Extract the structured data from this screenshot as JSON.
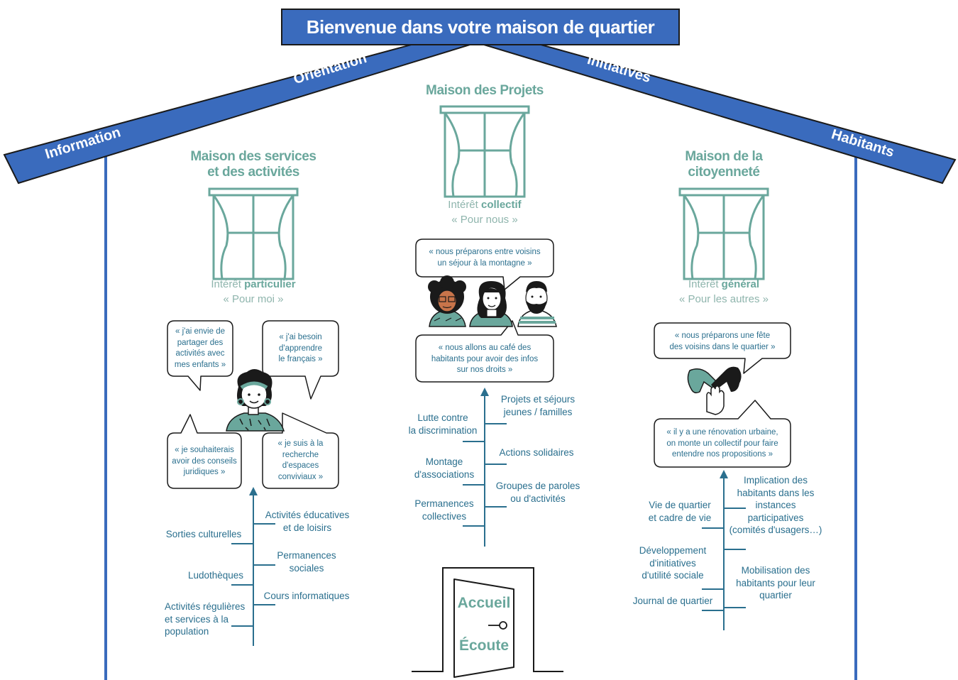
{
  "title": "Bienvenue dans votre maison de quartier",
  "roof_labels": {
    "left_outer": "Information",
    "left_inner": "Orientation",
    "right_inner": "Initiatives",
    "right_outer": "Habitants"
  },
  "colors": {
    "roof": "#3a6bbd",
    "accent_teal": "#6aa79c",
    "text_blue": "#2a6f8e",
    "outline": "#1a1a1a"
  },
  "left": {
    "title_line1": "Maison des services",
    "title_line2": "et des activités",
    "interest_prefix": "Intérêt",
    "interest_word": "particulier",
    "quote": "« Pour moi »",
    "bubbles": {
      "b1": [
        "« j'ai envie de",
        "partager des",
        "activités avec",
        "mes enfants »"
      ],
      "b2": [
        "« j'ai besoin",
        "d'apprendre",
        "le français »"
      ],
      "b3": [
        "« je souhaiterais",
        "avoir des conseils",
        "juridiques »"
      ],
      "b4": [
        "« je suis à la",
        "recherche",
        "d'espaces",
        "conviviaux »"
      ]
    },
    "tree": {
      "l1": "Sorties culturelles",
      "l2": "Ludothèques",
      "l3": [
        "Activités régulières",
        "et services à la",
        "population"
      ],
      "r1": [
        "Activités éducatives",
        "et de loisirs"
      ],
      "r2": [
        "Permanences",
        "sociales"
      ],
      "r3": "Cours informatiques"
    }
  },
  "center": {
    "title": "Maison des Projets",
    "interest_prefix": "Intérêt",
    "interest_word": "collectif",
    "quote": "« Pour nous »",
    "bubbles": {
      "b1": [
        "« nous préparons entre voisins",
        "un séjour à la montagne »"
      ],
      "b2": [
        "« nous allons au café des",
        "habitants pour avoir des infos",
        "sur nos droits »"
      ]
    },
    "tree": {
      "l1": [
        "Lutte contre",
        "la discrimination"
      ],
      "l2": [
        "Montage",
        "d'associations"
      ],
      "l3": [
        "Permanences",
        "collectives"
      ],
      "r1": [
        "Projets et séjours",
        "jeunes / familles"
      ],
      "r2": "Actions solidaires",
      "r3": [
        "Groupes de paroles",
        "ou d'activités"
      ]
    },
    "door": {
      "top": "Accueil",
      "bottom": "Écoute"
    }
  },
  "right": {
    "title_line1": "Maison de la",
    "title_line2": "citoyenneté",
    "interest_prefix": "Intérêt",
    "interest_word": "général",
    "quote": "« Pour les autres »",
    "bubbles": {
      "b1": [
        "« nous préparons une fête",
        "des voisins dans le quartier »"
      ],
      "b2": [
        "« il y a une rénovation urbaine,",
        "on monte un collectif pour faire",
        "entendre nos propositions »"
      ]
    },
    "tree": {
      "l1": [
        "Vie de quartier",
        "et cadre de vie"
      ],
      "l2": [
        "Développement",
        "d'initiatives",
        "d'utilité sociale"
      ],
      "l3": "Journal de quartier",
      "r1": [
        "Implication des",
        "habitants dans les",
        "instances",
        "participatives",
        "(comités d'usagers…)"
      ],
      "r2": [
        "Mobilisation des",
        "habitants pour leur",
        "quartier"
      ]
    }
  }
}
